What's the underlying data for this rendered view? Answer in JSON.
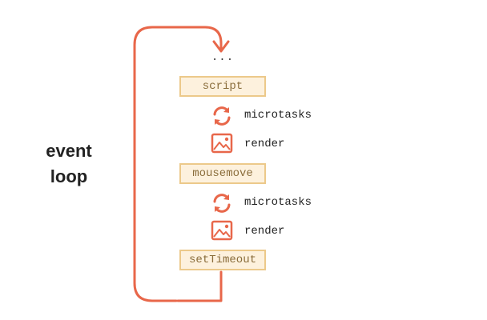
{
  "diagram": {
    "title_line1": "event",
    "title_line2": "loop",
    "ellipsis": "...",
    "tasks": [
      "script",
      "mousemove",
      "setTimeout"
    ],
    "steps": [
      {
        "label": "microtasks",
        "icon": "refresh-cycle-icon"
      },
      {
        "label": "render",
        "icon": "image-icon"
      },
      {
        "label": "microtasks",
        "icon": "refresh-cycle-icon"
      },
      {
        "label": "render",
        "icon": "image-icon"
      }
    ],
    "colors": {
      "loop_arrow": "#e8674a",
      "task_fill": "#fdf1dd",
      "task_border": "#ecc98a",
      "task_text": "#8a6d3b",
      "icon": "#e8674a"
    }
  }
}
